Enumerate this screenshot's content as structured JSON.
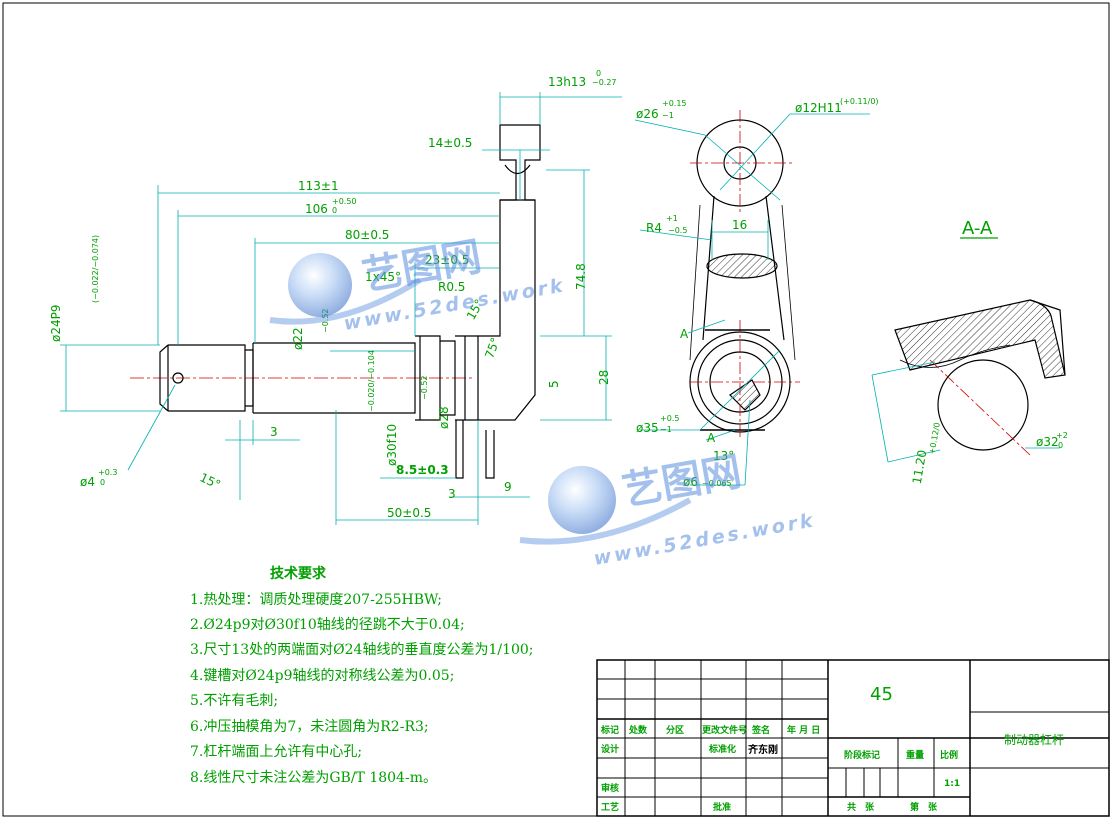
{
  "dimensions": {
    "d13h13": "13h13",
    "d13h13_tol_up": "0",
    "d13h13_tol_lo": "−0.27",
    "d14": "14±0.5",
    "d113": "113±1",
    "d106": "106",
    "d106_tol_up": "+0.50",
    "d106_tol_lo": "0",
    "d80": "80±0.5",
    "d23": "23±0.5",
    "d1x45": "1x45°",
    "dR05": "R0.5",
    "d748": "74.8",
    "d75": "75°",
    "d15a": "15°",
    "d5": "5",
    "d28v": "28",
    "d24p9": "ø24P9",
    "d24p9_tol": "(−0.022/−0.074)",
    "d22": "ø22",
    "d22_tol": "−0.52",
    "d30f10": "ø30f10",
    "d30f10_tol": "−0.020/−0.104",
    "d28": "ø28",
    "d28_tol": "−0.52",
    "d3a": "3",
    "d15b": "15°",
    "d4": "ø4",
    "d4_tol_up": "+0.3",
    "d4_tol_lo": "0",
    "d85": "8.5±0.3",
    "d3b": "3",
    "d9": "9",
    "d50": "50±0.5",
    "d26": "ø26",
    "d26_tol_up": "+0.15",
    "d26_tol_lo": "−1",
    "d12h11": "ø12H11",
    "d12h11_tol": "(+0.11/0)",
    "dR4": "R4",
    "dR4_tol_up": "+1",
    "dR4_tol_lo": "−0.5",
    "d16": "16",
    "dA1": "A",
    "dA2": "A",
    "d35": "ø35",
    "d35_tol_up": "+0.5",
    "d35_tol_lo": "−1",
    "d13deg": "13°",
    "d6": "ø6",
    "d6_tol": "−0.065",
    "d1120": "11.20",
    "d1120_tol": "+0.12/0",
    "d32": "ø32",
    "d32_tol_up": "+2",
    "d32_tol_lo": "0",
    "section": "A-A"
  },
  "requirements": {
    "title": "技术要求",
    "items": [
      "1.热处理：调质处理硬度207-255HBW;",
      "2.Ø24p9对Ø30f10轴线的径跳不大于0.04;",
      "3.尺寸13处的两端面对Ø24轴线的垂直度公差为1/100;",
      "4.键槽对Ø24p9轴线的对称线公差为0.05;",
      "5.不许有毛刺;",
      "6.冲压抽模角为7，未注圆角为R2-R3;",
      "7.杠杆端面上允许有中心孔;",
      "8.线性尺寸未注公差为GB/T 1804-m。"
    ]
  },
  "title_block": {
    "material": "45",
    "name": "制动器杠杆",
    "h_mark": "标记",
    "h_count": "处数",
    "h_zone": "分区",
    "h_doc": "更改文件号",
    "h_sign": "签名",
    "h_date": "年 月 日",
    "h_design": "设计",
    "h_std": "标准化",
    "designer": "齐东刚",
    "h_stage": "阶段标记",
    "h_weight": "重量",
    "h_scale": "比例",
    "scale": "1:1",
    "h_review": "审核",
    "h_process": "工艺",
    "h_approve": "批准",
    "h_total": "共　张",
    "h_sheet": "第　张"
  },
  "watermark": {
    "brand": "艺图网",
    "url": "www.52des.work"
  },
  "colors": {
    "line": "#000000",
    "dimension": "#00a000",
    "center": "#d00000",
    "watermark": "#5a8fe0"
  }
}
